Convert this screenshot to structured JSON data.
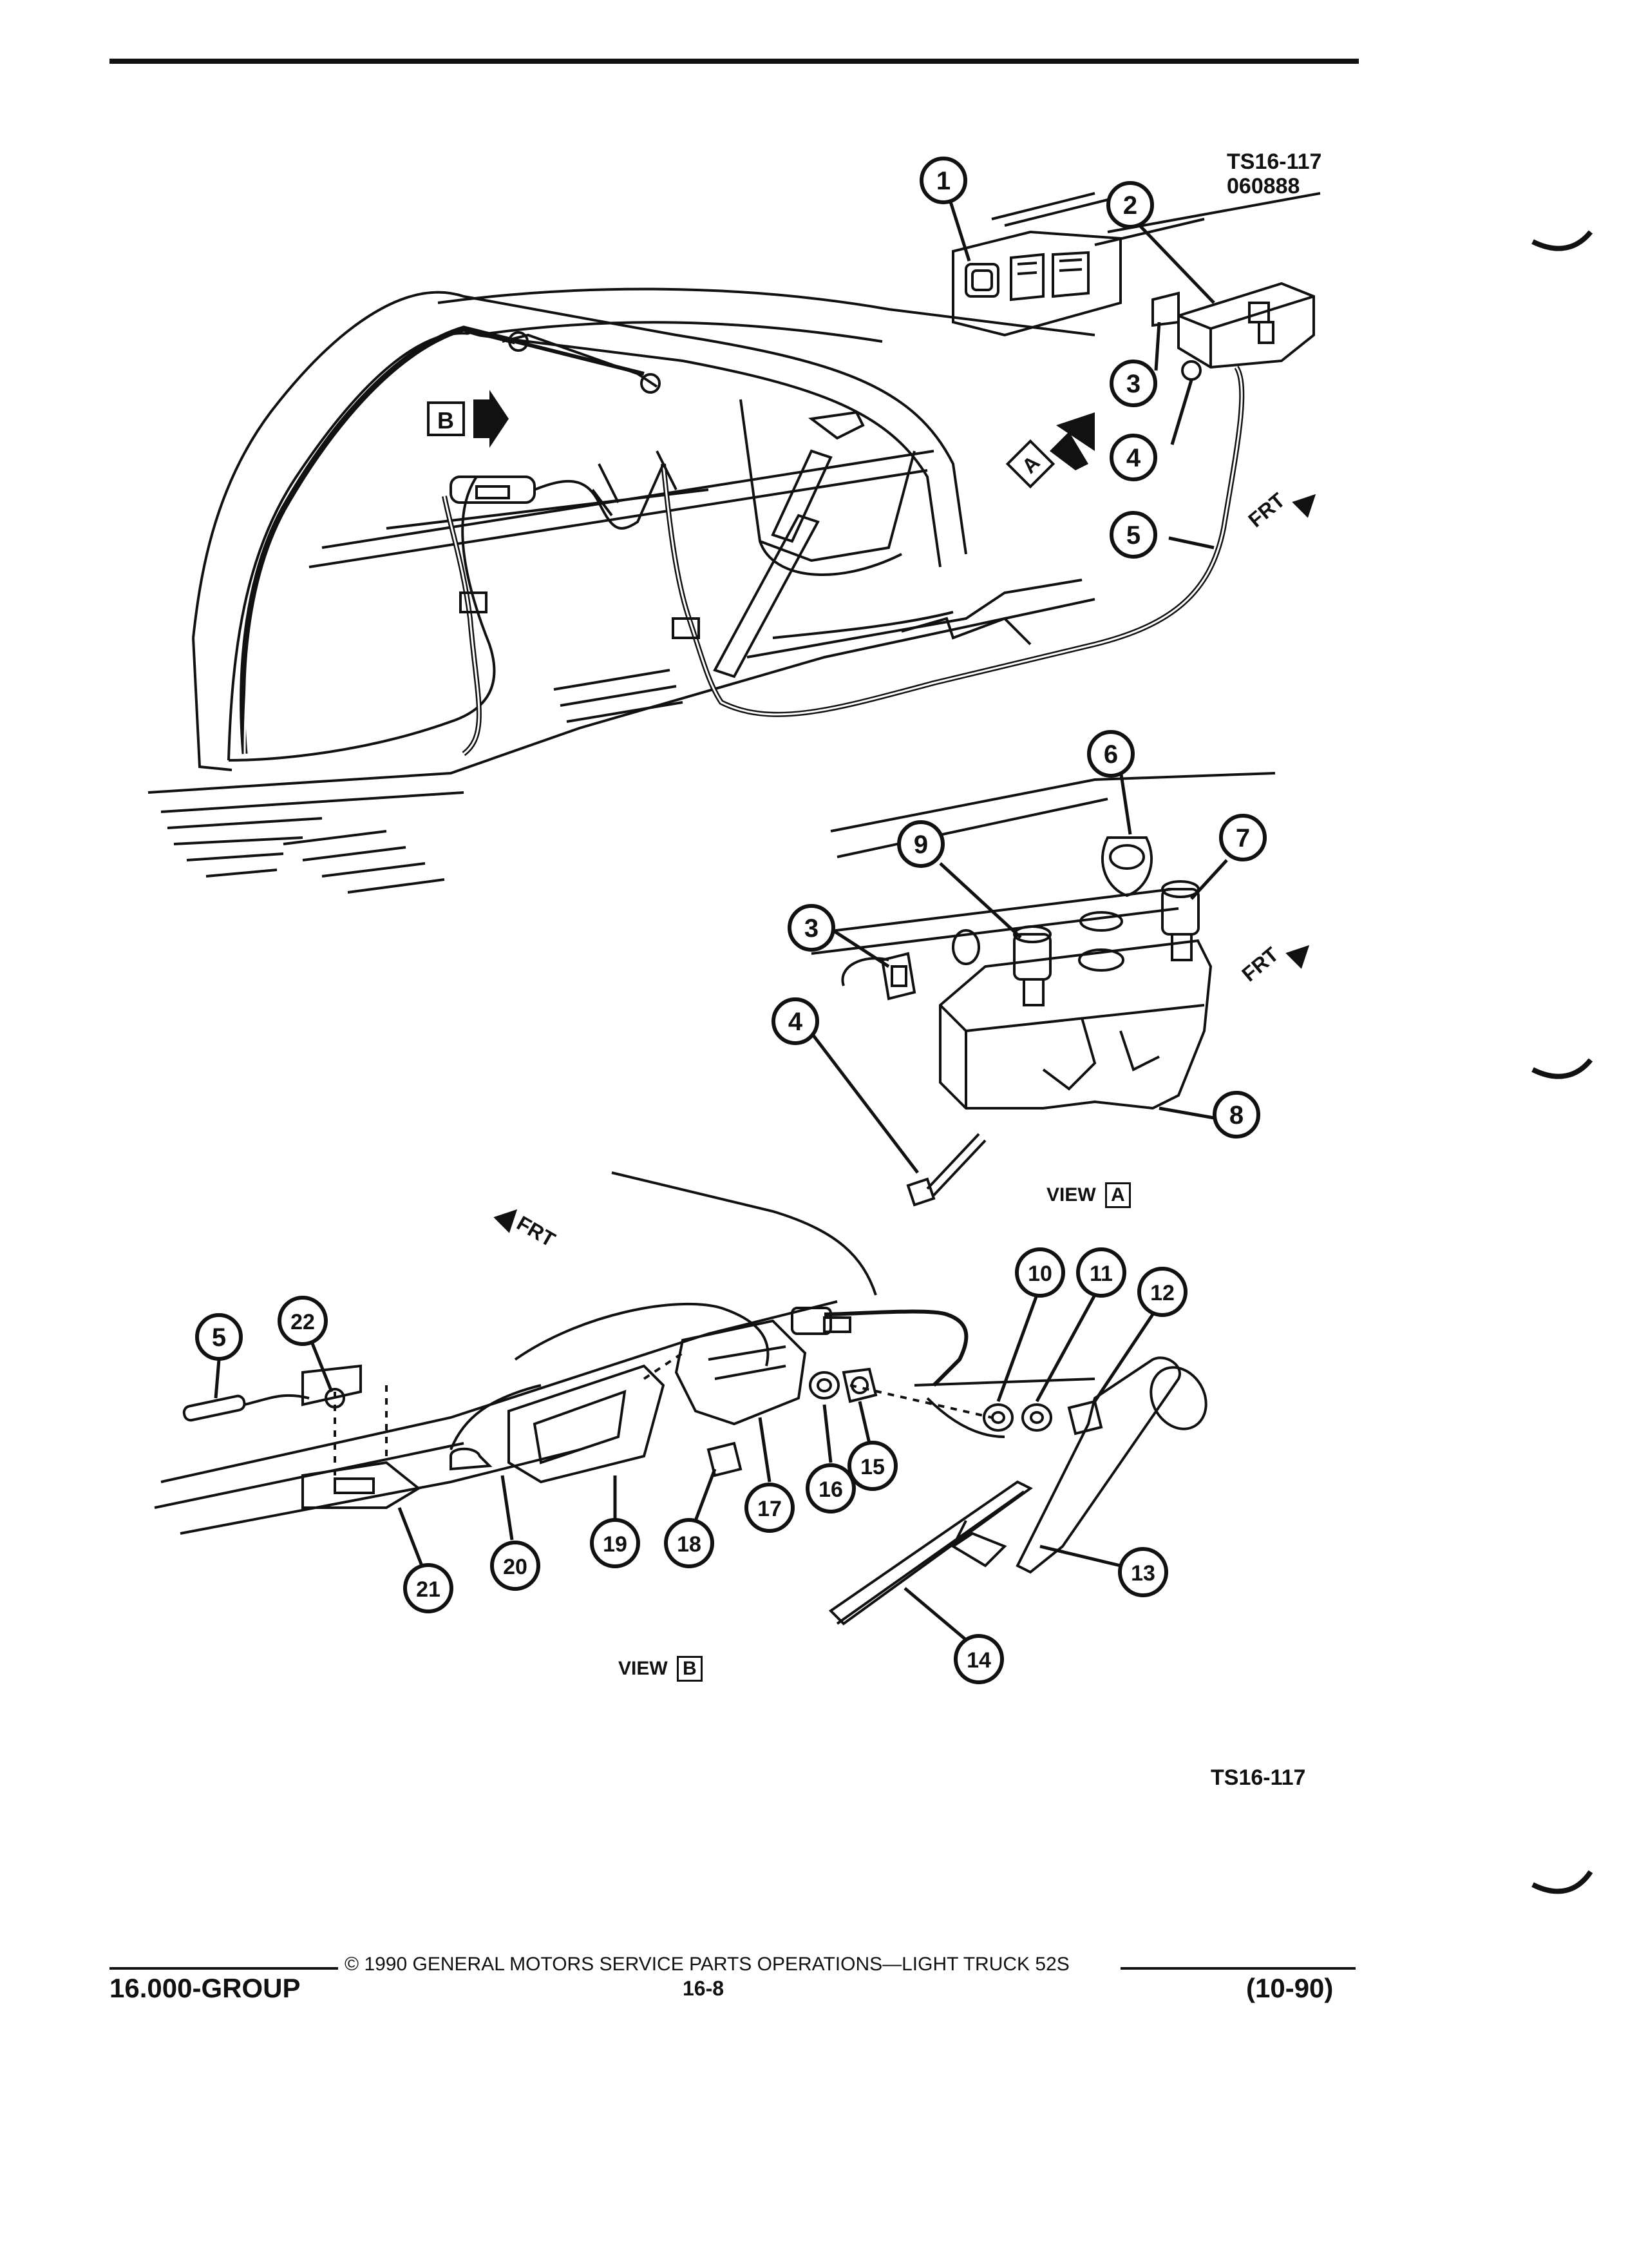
{
  "figure": {
    "code": "TS16-117",
    "date_code": "060888",
    "bottom_code": "TS16-117"
  },
  "views": {
    "view_a_label": "VIEW",
    "view_a_letter": "A",
    "view_b_label": "VIEW",
    "view_b_letter": "B"
  },
  "markers": {
    "frt": "FRT",
    "a": "A",
    "b": "B"
  },
  "callouts": [
    "1",
    "2",
    "3",
    "4",
    "5",
    "6",
    "7",
    "8",
    "9",
    "10",
    "11",
    "12",
    "13",
    "14",
    "15",
    "16",
    "17",
    "18",
    "19",
    "20",
    "21",
    "22"
  ],
  "footer": {
    "copyright": "© 1990 GENERAL MOTORS SERVICE PARTS OPERATIONS—LIGHT TRUCK 52S",
    "group": "16.000-GROUP",
    "page": "16-8",
    "revision": "(10-90)"
  }
}
